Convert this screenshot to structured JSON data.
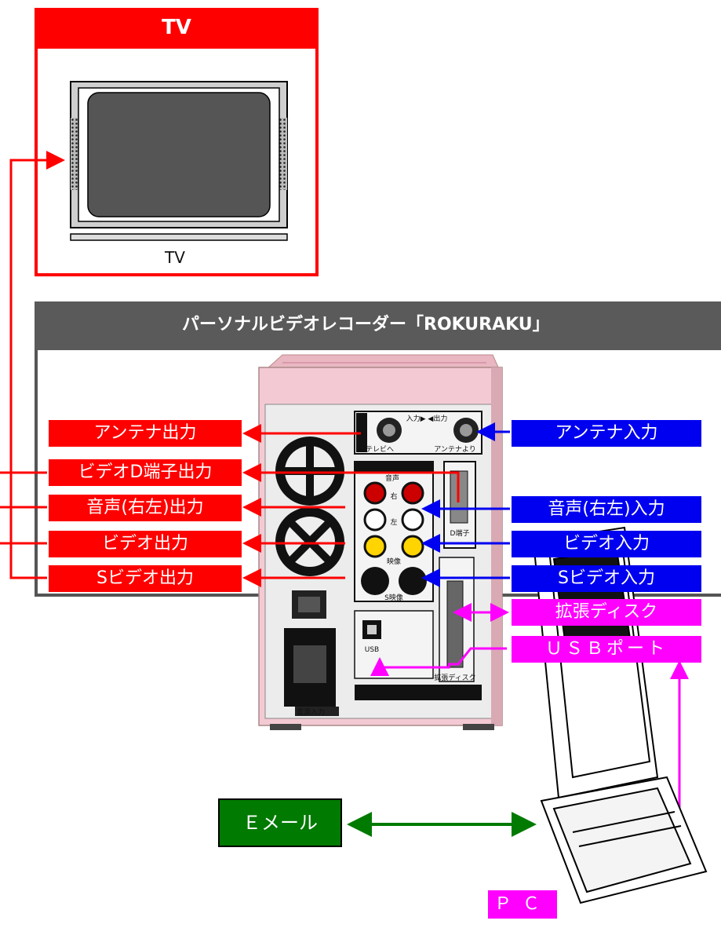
{
  "tv": {
    "header": "TV",
    "caption": "TV"
  },
  "recorder": {
    "header": "パーソナルビデオレコーダー「ROKURAKU」",
    "panel_labels": {
      "tv_out": "テレビへ",
      "antenna_from": "アンテナより",
      "in_out": "入力▶ ◀出力",
      "audio": "音声",
      "right": "右",
      "left": "左",
      "video": "映像",
      "s_video": "S映像",
      "d_terminal": "D端子",
      "usb": "USB",
      "ext_disk": "拡張ディスク",
      "power_input": "電源入力"
    }
  },
  "outputs": [
    {
      "label": "アンテナ出力"
    },
    {
      "label": "ビデオD端子出力"
    },
    {
      "label": "音声(右左)出力"
    },
    {
      "label": "ビデオ出力"
    },
    {
      "label": "Sビデオ出力"
    }
  ],
  "inputs": [
    {
      "label": "アンテナ入力"
    },
    {
      "label": "音声(右左)入力"
    },
    {
      "label": "ビデオ入力"
    },
    {
      "label": "Sビデオ入力"
    }
  ],
  "pc_links": [
    {
      "label": "拡張ディスク"
    },
    {
      "label": "ＵＳＢポート"
    }
  ],
  "email": {
    "label": "Ｅメール"
  },
  "pc": {
    "label": "ＰＣ"
  },
  "colors": {
    "output": "#ff0000",
    "input": "#0000f0",
    "pc_link": "#ff00ff",
    "email": "#007a00",
    "recorder_header": "#5a5a5a",
    "device_body": "#f2c8d0"
  }
}
